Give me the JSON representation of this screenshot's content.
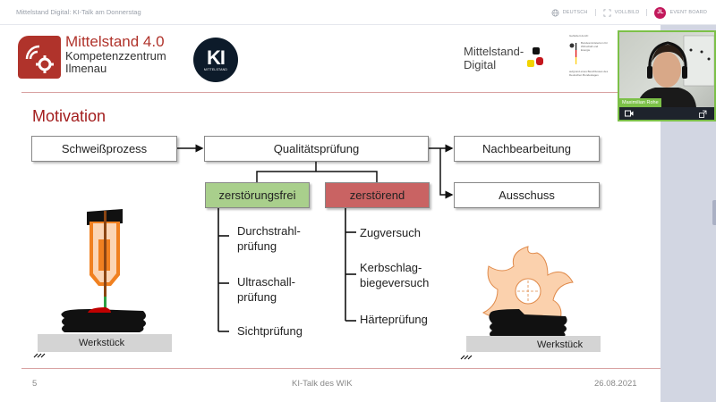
{
  "topbar": {
    "title": "Mittelstand Digital: KI-Talk am Donnerstag",
    "language_label": "DEUTSCH",
    "fullscreen_label": "VOLLBILD",
    "event_board_label": "EVENT BOARD",
    "event_board_badge": "JL"
  },
  "slide": {
    "logo_m40": {
      "title": "Mittelstand 4.0",
      "line1": "Kompetenzzentrum",
      "line2": "Ilmenau"
    },
    "logo_ki": {
      "big": "KI",
      "small": "MITTELSTAND"
    },
    "logo_md": {
      "line1": "Mittelstand-",
      "line2": "Digital"
    },
    "logo_bmwi": {
      "top": "Gefördert durch:",
      "ministry": "Bundesministerium für Wirtschaft und Energie",
      "bottom": "aufgrund eines Beschlusses des Deutschen Bundestages"
    },
    "title": "Motivation",
    "boxes": {
      "schweissprozess": "Schweißprozess",
      "qualitaetspruefung": "Qualitätsprüfung",
      "nachbearbeitung": "Nachbearbeitung",
      "ausschuss": "Ausschuss",
      "zerstoerungsfrei": "zerstörungsfrei",
      "zerstoerend": "zerstörend"
    },
    "zerstoerungsfrei_items": [
      [
        "Durchstrahl-",
        "prüfung"
      ],
      [
        "Ultraschall-",
        "prüfung"
      ],
      [
        "Sichtprüfung"
      ]
    ],
    "zerstoerend_items": [
      [
        "Zugversuch"
      ],
      [
        "Kerbschlag-",
        "biegeversuch"
      ],
      [
        "Härteprüfung"
      ]
    ],
    "werkstueck_left": "Werkstück",
    "werkstueck_right": "Werkstück",
    "footer": {
      "page": "5",
      "center": "KI-Talk des WIK",
      "date": "26.08.2021"
    }
  },
  "webcam": {
    "name": "Maximilian Rohe"
  },
  "colors": {
    "accent_red": "#a31d1d",
    "logo_red": "#b0332b",
    "green_box": "#a9cf8c",
    "red_box": "#c96363",
    "event_board": "#c2185b",
    "webcam_border": "#7cc048",
    "side_panel": "#d2d6e2"
  }
}
